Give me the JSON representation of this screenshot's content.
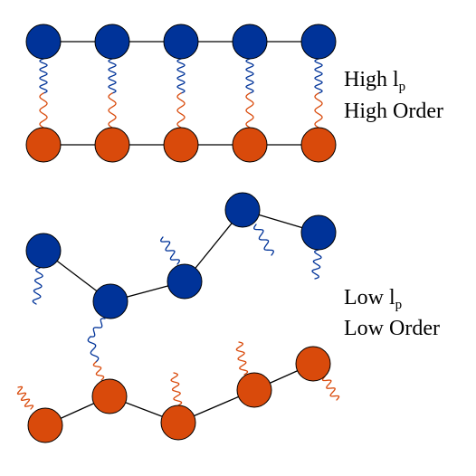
{
  "colors": {
    "blue": "#003399",
    "orange": "#d94a0b",
    "outline": "#000000"
  },
  "high_state": {
    "line1_main": "High l",
    "line1_sub": "p",
    "line2": "High Order"
  },
  "low_state": {
    "line1_main": "Low l",
    "line1_sub": "p",
    "line2": "Low Order"
  }
}
